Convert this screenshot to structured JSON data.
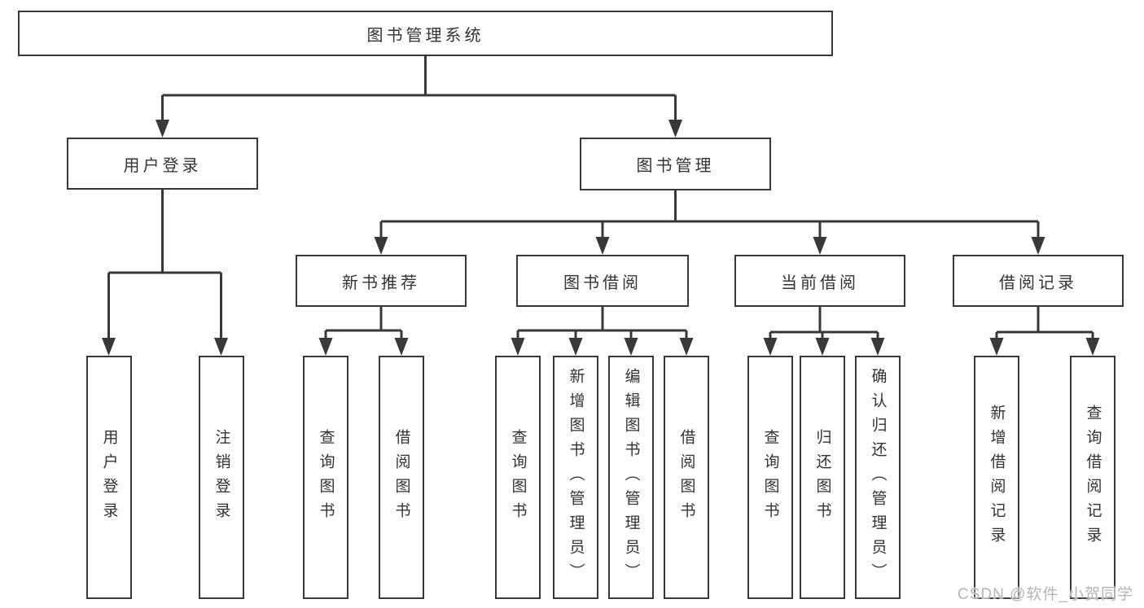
{
  "diagram_type": "hierarchy",
  "colors": {
    "line": "#383838",
    "box_border": "#383838",
    "box_fill": "#ffffff",
    "text": "#333333",
    "watermark": "#b5b5b5"
  },
  "tree": {
    "label": "图书管理系统",
    "children": [
      {
        "label": "用户登录",
        "children": [
          {
            "label": "用户登录"
          },
          {
            "label": "注销登录"
          }
        ]
      },
      {
        "label": "图书管理",
        "children": [
          {
            "label": "新书推荐",
            "children": [
              {
                "label": "查询图书"
              },
              {
                "label": "借阅图书"
              }
            ]
          },
          {
            "label": "图书借阅",
            "children": [
              {
                "label": "查询图书"
              },
              {
                "label": "新增图书（管理员）"
              },
              {
                "label": "编辑图书（管理员）"
              },
              {
                "label": "借阅图书"
              }
            ]
          },
          {
            "label": "当前借阅",
            "children": [
              {
                "label": "查询图书"
              },
              {
                "label": "归还图书"
              },
              {
                "label": "确认归还（管理员）"
              }
            ]
          },
          {
            "label": "借阅记录",
            "children": [
              {
                "label": "新增借阅记录"
              },
              {
                "label": "查询借阅记录"
              }
            ]
          }
        ]
      }
    ]
  },
  "watermark": {
    "text": "CSDN @软件_小贺同学"
  }
}
